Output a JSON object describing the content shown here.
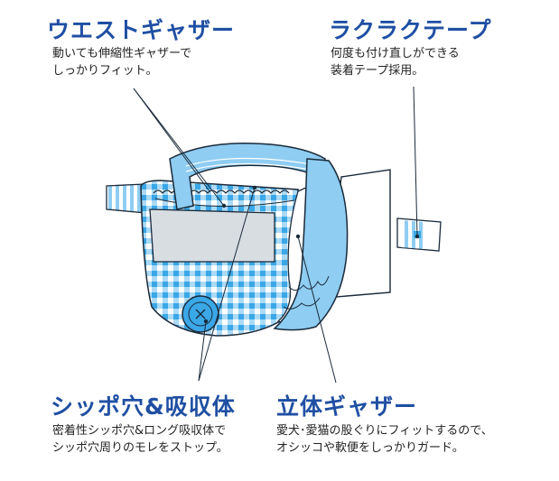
{
  "labels": {
    "waist": {
      "title": "ウエストギャザー",
      "desc_line1": "動いても伸縮性ギャザーで",
      "desc_line2": "しっかりフィット。"
    },
    "tape": {
      "title": "ラクラクテープ",
      "desc_line1": "何度も付け直しができる",
      "desc_line2": "装着テープ採用。"
    },
    "tail": {
      "title": "シッポ穴&吸収体",
      "desc_line1": "密着性シッポ穴&ロング吸収体で",
      "desc_line2": "シッポ穴周りのモレをストップ。"
    },
    "gather": {
      "title": "立体ギャザー",
      "desc_line1": "愛犬･愛猫の股ぐりにフィットするので、",
      "desc_line2": "オシッコや軟便をしっかりガード。"
    }
  },
  "colors": {
    "heading": "#1f4fa3",
    "light_blue": "#8fcdf2",
    "mid_blue": "#3aa7e6",
    "panel_gray": "#d8dde2",
    "outline": "#1a2a3a"
  }
}
